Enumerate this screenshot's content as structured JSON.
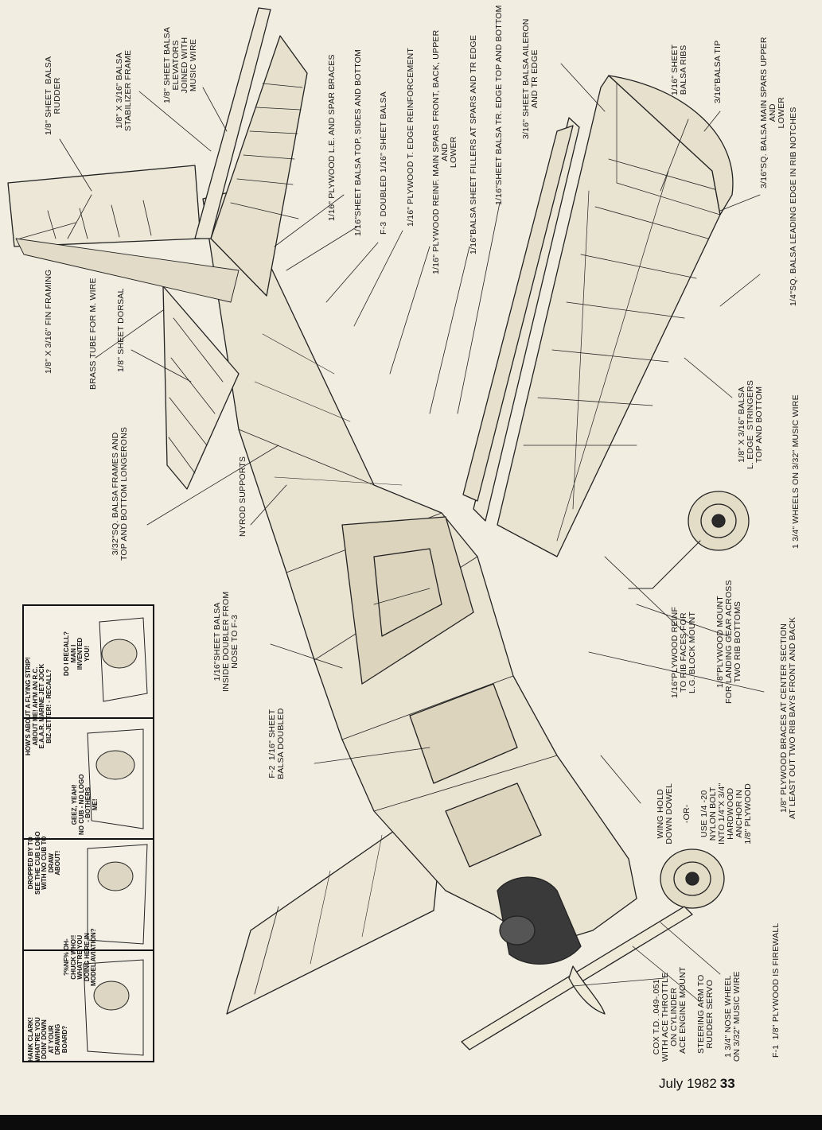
{
  "callouts": {
    "rudder": "1/8\" SHEET  BALSA\nRUDDER",
    "stab_frame": "1/8\" X 3/16\" BALSA\nSTABILIZER FRAME",
    "elevators": "1/8\" SHEET BALSA\nELEVATORS\nJOINED WITH\nMUSIC WIRE",
    "le_spar_braces": "1/16\" PLYWOOD L.E. AND SPAR BRACES",
    "fuse_sheet": "1/16\"SHEET BALSA TOP, SIDES AND BOTTOM",
    "f3": "F-3  DOUBLED 1/16\" SHEET BALSA",
    "te_reinf": "1/16\" PLYWOOD T. EDGE REINFORCEMENT",
    "main_spar_reinf": "1/16\" PLYWOOD REINF. MAIN SPARS FRONT, BACK, UPPER\nAND\nLOWER",
    "sheet_fillers": "1/16\"BALSA SHEET FILLERS AT SPARS AND TR EDGE",
    "tr_edge": "1/16\"SHEET BALSA TR. EDGE TOP AND BOTTOM",
    "aileron": "3/16\" SHEET BALSA AILERON\nAND TR EDGE",
    "ribs": "1/16\" SHEET\nBALSA RIBS",
    "tip": "3/16\"BALSA TIP",
    "main_spars": "3/16\"SQ. BALSA MAIN SPARS UPPER\nAND\nLOWER",
    "leading_edge": "1/4\"SQ. BALSA LEADING EDGE IN RIB NOTCHES",
    "stringers": "1/8\" X 3/16\" BALSA\nL. EDGE  STRINGERS\nTOP AND BOTTOM",
    "wheels": "1 3/4\" WHEELS ON 3/32\" MUSIC WIRE",
    "fin_framing": "1/8\" X 3/16\" FIN FRAMING",
    "brass_tube": "BRASS TUBE FOR M. WIRE",
    "dorsal": "1/8\" SHEET DORSAL",
    "longerons": "3/32\"SQ. BALSA FRAMES AND\nTOP AND BOTTOM LONGERONS",
    "nyrod": "NYROD SUPPORTS",
    "inside_doubler": "1/16\"SHEET BALSA\nINSIDE DOUBLER FROM\nNOSE TO F-3",
    "rib_faces": "1/16\"PLYWOOD REINF\nTO RIB FACES FOR\nL.G. BLOCK MOUNT",
    "lg_mount": "1/8\"PLYWOOD MOUNT\nFOR LANDING GEAR ACROSS\nTWO RIB BOTTOMS",
    "center_braces": "1/8\" PLYWOOD BRACES AT CENTER SECTION\nAT LEAST OUT TWO RIB BAYS FRONT AND BACK",
    "wing_hold": "WING HOLD\nDOWN DOWEL\n\n-OR-\n\nUSE 1/4 -20\nNYLON BOLT\nINTO 1/4\"X 3/4\"\nHARDWOOD\nANCHOR IN\n1/8\" PLYWOOD",
    "f2": "F-2  1/16\" SHEET\nBALSA DOUBLED",
    "cox": "COX T.D. .049-.051\nWITH ACE THROTTLE\nON CYLINDER",
    "engine_mount": "ACE ENGINE MOUNT",
    "steering": "STEERING ARM TO\nRUDDER SERVO",
    "nose_wheel": "1 3/4\" NOSE WHEEL\nON 3/32\" MUSIC WIRE",
    "firewall": "F-1  1/8\" PLYWOOD IS FIREWALL"
  },
  "comic": {
    "b1": "HANK CLARK!\nWHAT'RE YOU\nDOIN' DOWN\nAT YOUR\nDRAWING\nBOARD?",
    "b2": "?%NF% OH-\nCHUCK WHO!!\nWHAT'RE YOU\nDOING HERE IN\nMODEL AVIATION?",
    "b3": "DROPPED BY TO\nSEE THE CUB LOGO\nWITH NO CUB TO\nDRAW\nABOUT!",
    "b4": "GEEZ, YEAH!\nNO CUB - NO LOGO\n- BOTHERS\nME!",
    "b5": "HOW'S ABOUT A FLYING STRIP!\nABOUT ME! AH'M AN R.C.\nE.A.A.R. MARINE JET JOCK\nBIZ-JETTER! - RECALL?",
    "b6": "DO I RECALL?\nMAN I\nINVENTED\nYOU!"
  },
  "footer": {
    "month_year": "July 1982",
    "page_number": "33"
  }
}
